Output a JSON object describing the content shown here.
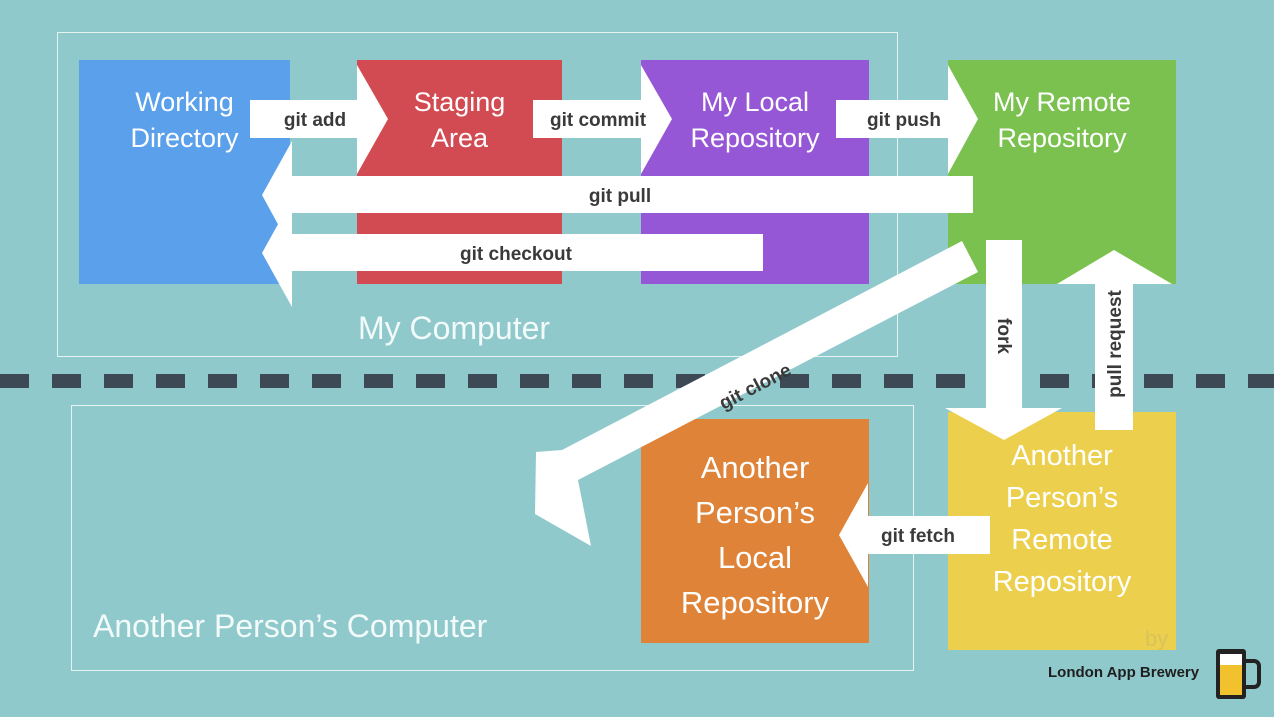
{
  "regions": {
    "my_computer": "My Computer",
    "another_computer": "Another Person’s Computer"
  },
  "boxes": {
    "working_directory": [
      "Working",
      "Directory"
    ],
    "staging_area": [
      "Staging",
      "Area"
    ],
    "my_local_repository": [
      "My Local",
      "Repository"
    ],
    "my_remote_repository": [
      "My Remote",
      "Repository"
    ],
    "another_local_repository": [
      "Another",
      "Person’s",
      "Local",
      "Repository"
    ],
    "another_remote_repository": [
      "Another",
      "Person’s",
      "Remote",
      "Repository"
    ]
  },
  "arrows": {
    "git_add": "git add",
    "git_commit": "git commit",
    "git_push": "git push",
    "git_pull": "git pull",
    "git_checkout": "git checkout",
    "git_clone": "git clone",
    "fork": "fork",
    "pull_request": "pull request",
    "git_fetch": "git fetch"
  },
  "colors": {
    "background": "#8fc9cc",
    "working_directory": "#5aa0ea",
    "staging_area": "#d24a52",
    "my_local_repository": "#9657d6",
    "my_remote_repository": "#7bc14f",
    "another_local_repository": "#de8337",
    "another_remote_repository": "#ecd04d"
  },
  "branding": {
    "name": "London App Brewery",
    "faded_text": "by"
  }
}
